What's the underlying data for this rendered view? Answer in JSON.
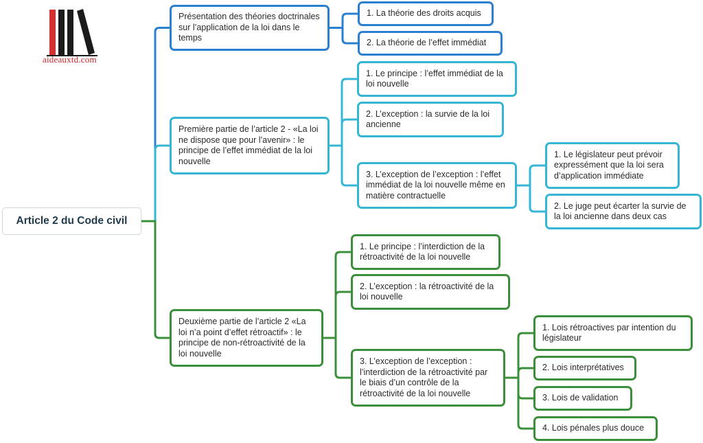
{
  "logo": {
    "text": "aideauxtd.com",
    "icon": "books-icon",
    "colors": {
      "book_red": "#d32f2f",
      "book_dark": "#1b1b1b"
    }
  },
  "colors": {
    "blue": "#2a7fd0",
    "cyan": "#34b6d4",
    "green": "#3b8f3b",
    "root_border": "#cfd8dc"
  },
  "root": {
    "label": "Article 2 du Code civil"
  },
  "branches": {
    "presentation": {
      "label": "Présentation des théories doctrinales sur l’application de la loi dans le temps",
      "children": [
        {
          "label": "1. La théorie des droits acquis"
        },
        {
          "label": "2. La théorie de l’effet immédiat"
        }
      ]
    },
    "premiere": {
      "label": "Première partie de l’article 2 - «La loi ne dispose que pour l’avenir» : le principe de l’effet immédiat de la loi nouvelle",
      "children": [
        {
          "label": "1. Le principe : l’effet immédiat de la loi nouvelle"
        },
        {
          "label": "2. L’exception : la survie de la loi ancienne"
        },
        {
          "label": "3. L’exception de l’exception : l’effet immédiat de la loi nouvelle même en matière contractuelle",
          "children": [
            {
              "label": "1. Le législateur peut prévoir expressément que la loi sera d’application immédiate"
            },
            {
              "label": "2. Le juge peut écarter la survie de la loi ancienne dans deux cas"
            }
          ]
        }
      ]
    },
    "deuxieme": {
      "label": "Deuxième partie de l’article 2 «La loi n’a point d’effet rétroactif» : le principe de non-rétroactivité de la loi nouvelle",
      "children": [
        {
          "label": "1. Le principe : l’interdiction de la rétroactivité de la loi nouvelle"
        },
        {
          "label": "2. L’exception : la rétroactivité de la loi nouvelle"
        },
        {
          "label": "3. L’exception de l’exception : l’interdiction de la rétroactivité par le biais d’un contrôle de la rétroactivité de la loi nouvelle",
          "children": [
            {
              "label": "1. Lois rétroactives par intention du législateur"
            },
            {
              "label": "2. Lois interprétatives"
            },
            {
              "label": "3. Lois de validation"
            },
            {
              "label": "4. Lois pénales plus douce"
            }
          ]
        }
      ]
    }
  }
}
